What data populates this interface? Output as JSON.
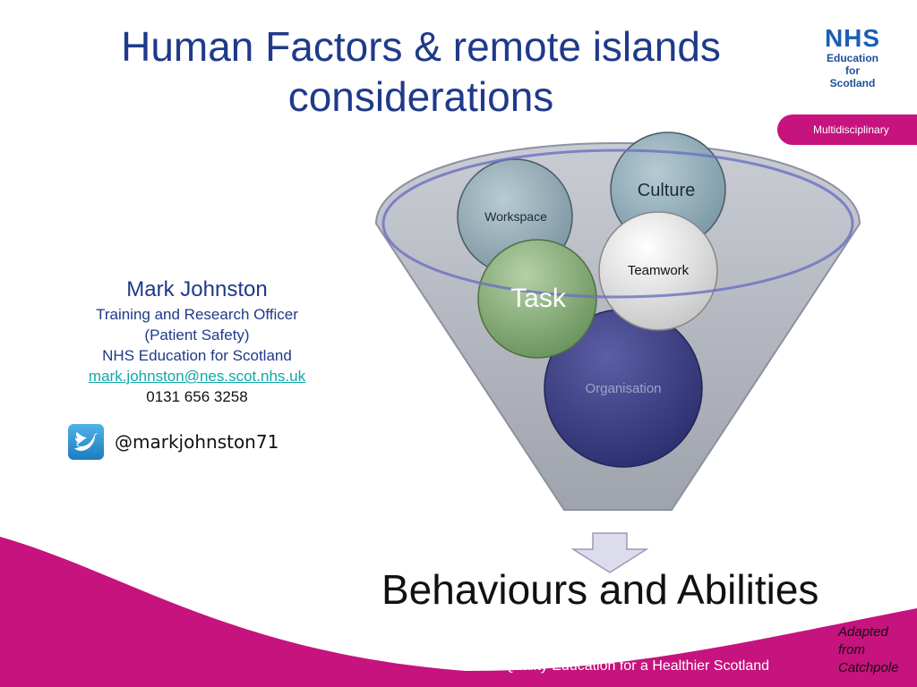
{
  "slide": {
    "title_line1": "Human Factors & remote islands",
    "title_line2": "considerations",
    "tag": "Multidisciplinary",
    "footer": "Quality Education for a Healthier Scotland",
    "note": [
      "Adapted",
      "from",
      "Catchpole"
    ]
  },
  "logo": {
    "brand": "NHS",
    "lines": [
      "Education",
      "for",
      "Scotland"
    ]
  },
  "contact": {
    "name": "Mark Johnston",
    "role": "Training and Research Officer",
    "role_sub": "(Patient Safety)",
    "org": "NHS Education for Scotland",
    "email": "mark.johnston@nes.scot.nhs.uk",
    "phone": "0131 656 3258",
    "handle": "@markjohnston71"
  },
  "diagram": {
    "factors": [
      "Culture",
      "Workspace",
      "Teamwork",
      "Task",
      "Organisation"
    ],
    "output": "Behaviours and Abilities"
  },
  "colors": {
    "title": "#1f3a8a",
    "accent": "#c6137d",
    "email": "#10a8a8"
  }
}
